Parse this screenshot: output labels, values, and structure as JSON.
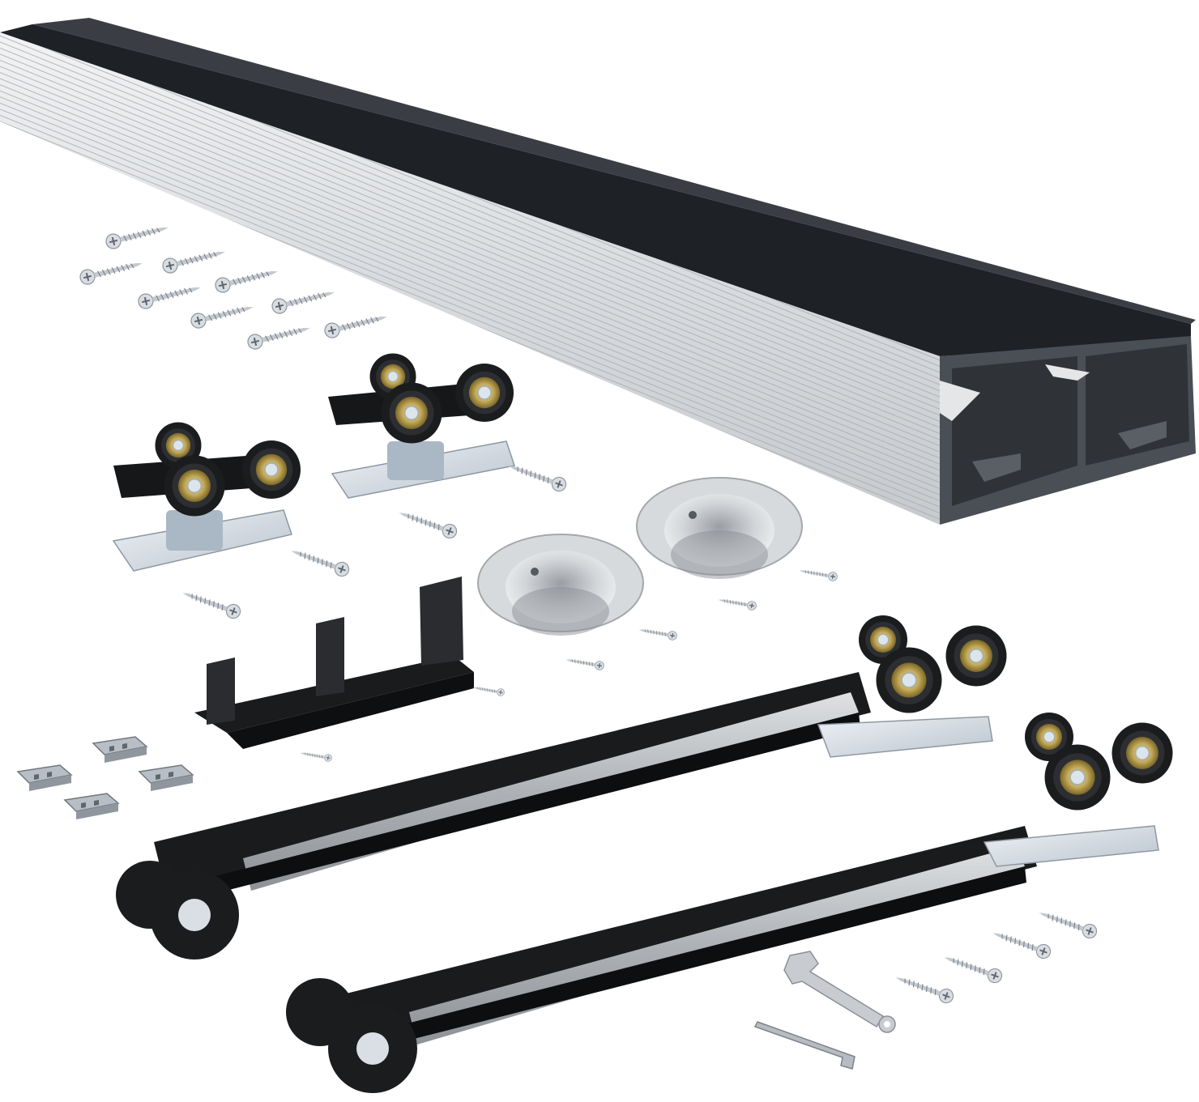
{
  "scene": {
    "background": "#ffffff",
    "subject": "sliding-door-hardware-kit",
    "colors": {
      "aluminum_light": "#e6e8ea",
      "aluminum_mid": "#b9bdc2",
      "track_dark": "#2e3136",
      "track_black": "#151719",
      "steel": "#c9ccd0",
      "wheel_black": "#1b1c1e",
      "bearing_brass": "#b59a4a",
      "zinc": "#cfd6de"
    },
    "parts": {
      "track_rail": 1,
      "top_roller_carriages": 2,
      "damper_roller_assemblies": 2,
      "flush_pull_handles": 2,
      "floor_guide": 1,
      "stopper_clips": 4,
      "hex_key": 1,
      "spanner_wrench": 1
    }
  }
}
